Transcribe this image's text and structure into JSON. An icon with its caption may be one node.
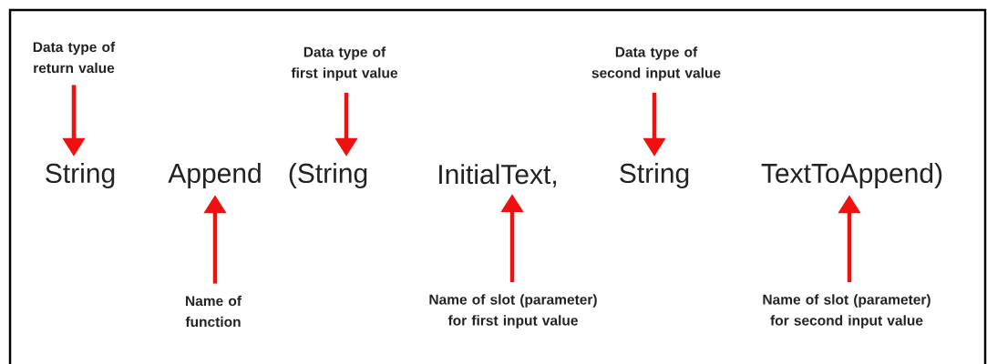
{
  "diagram": {
    "nodes": [
      {
        "text": [
          "Data type of return value"
        ]
      },
      {
        "text": [
          "Data type of first input value"
        ]
      },
      {
        "text": [
          "Data type of second input value"
        ]
      },
      {
        "text": [
          "String"
        ]
      },
      {
        "text": [
          "Append"
        ]
      },
      {
        "text": [
          "(String"
        ]
      },
      {
        "text": [
          "InitialText,"
        ]
      },
      {
        "text": [
          "String"
        ]
      },
      {
        "text": [
          "TextToAppend)"
        ]
      },
      {
        "text": [
          "Name of function"
        ]
      },
      {
        "text": [
          "Name of slot (parameter) for first input value"
        ]
      },
      {
        "text": [
          "Name of slot (parameter) for second input value"
        ]
      }
    ],
    "edges": [
      {
        "from": 0,
        "to": 3,
        "arrow": "to"
      },
      {
        "from": 1,
        "to": 5,
        "arrow": "to"
      },
      {
        "from": 2,
        "to": 7,
        "arrow": "to"
      },
      {
        "from": 9,
        "to": 4,
        "arrow": "to"
      },
      {
        "from": 10,
        "to": 6,
        "arrow": "to"
      },
      {
        "from": 11,
        "to": 8,
        "arrow": "to"
      }
    ]
  }
}
